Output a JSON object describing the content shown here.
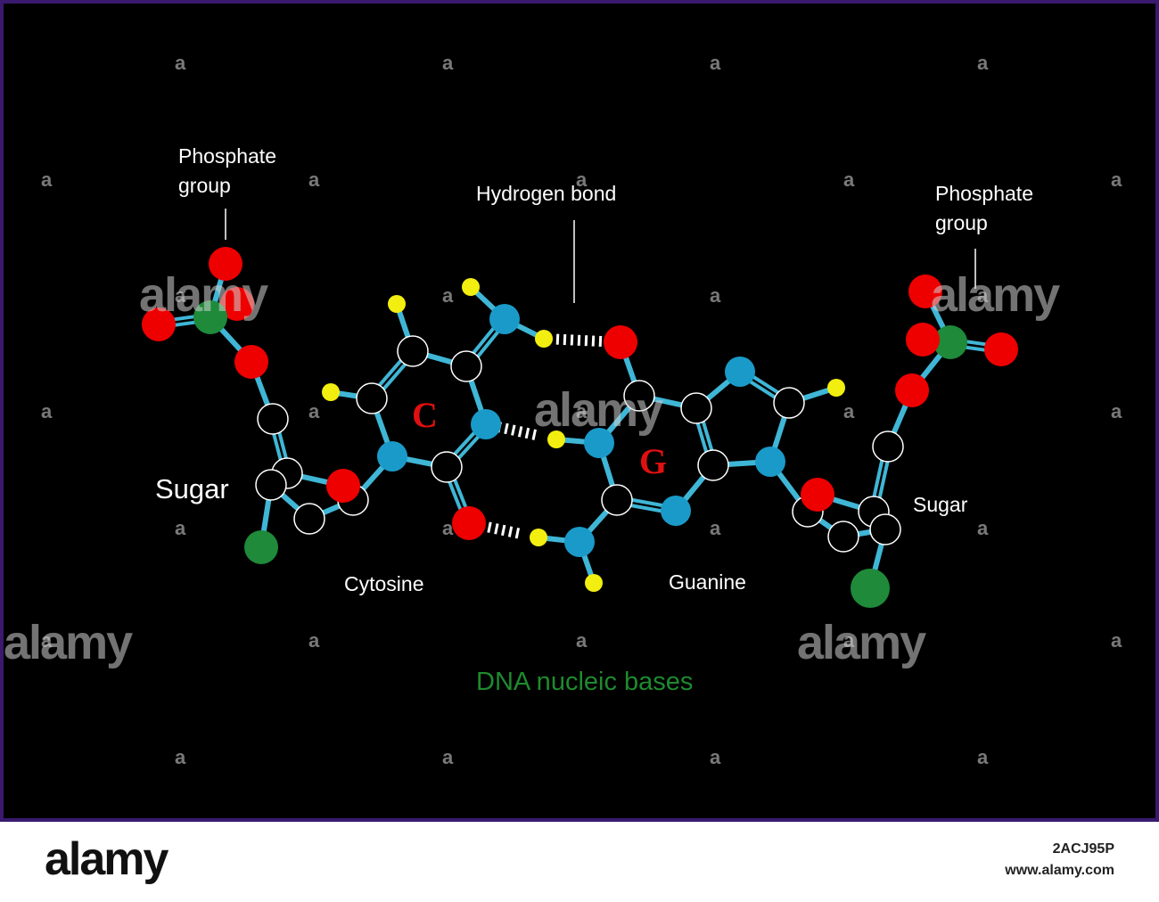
{
  "labels": {
    "phosphate_left": "Phosphate\ngroup",
    "phosphate_right": "Phosphate\ngroup",
    "hydrogen_bond": "Hydrogen bond",
    "sugar_left": "Sugar",
    "sugar_right": "Sugar",
    "cytosine": "Cytosine",
    "guanine": "Guanine",
    "base_c": "C",
    "base_g": "G",
    "title": "DNA nucleic bases"
  },
  "colors": {
    "background": "#000000",
    "bond": "#3fb6d6",
    "carbon": "#000000",
    "nitrogen": "#1a9ac8",
    "oxygen": "#ee0000",
    "hydrogen": "#f2ee10",
    "phosphorus": "#1e8a3a",
    "title": "#1e8a2e"
  },
  "watermark": {
    "letter": "a",
    "brand": "alamy"
  },
  "footer": {
    "brand": "alamy",
    "image_id": "2ACJ95P",
    "url": "www.alamy.com"
  }
}
